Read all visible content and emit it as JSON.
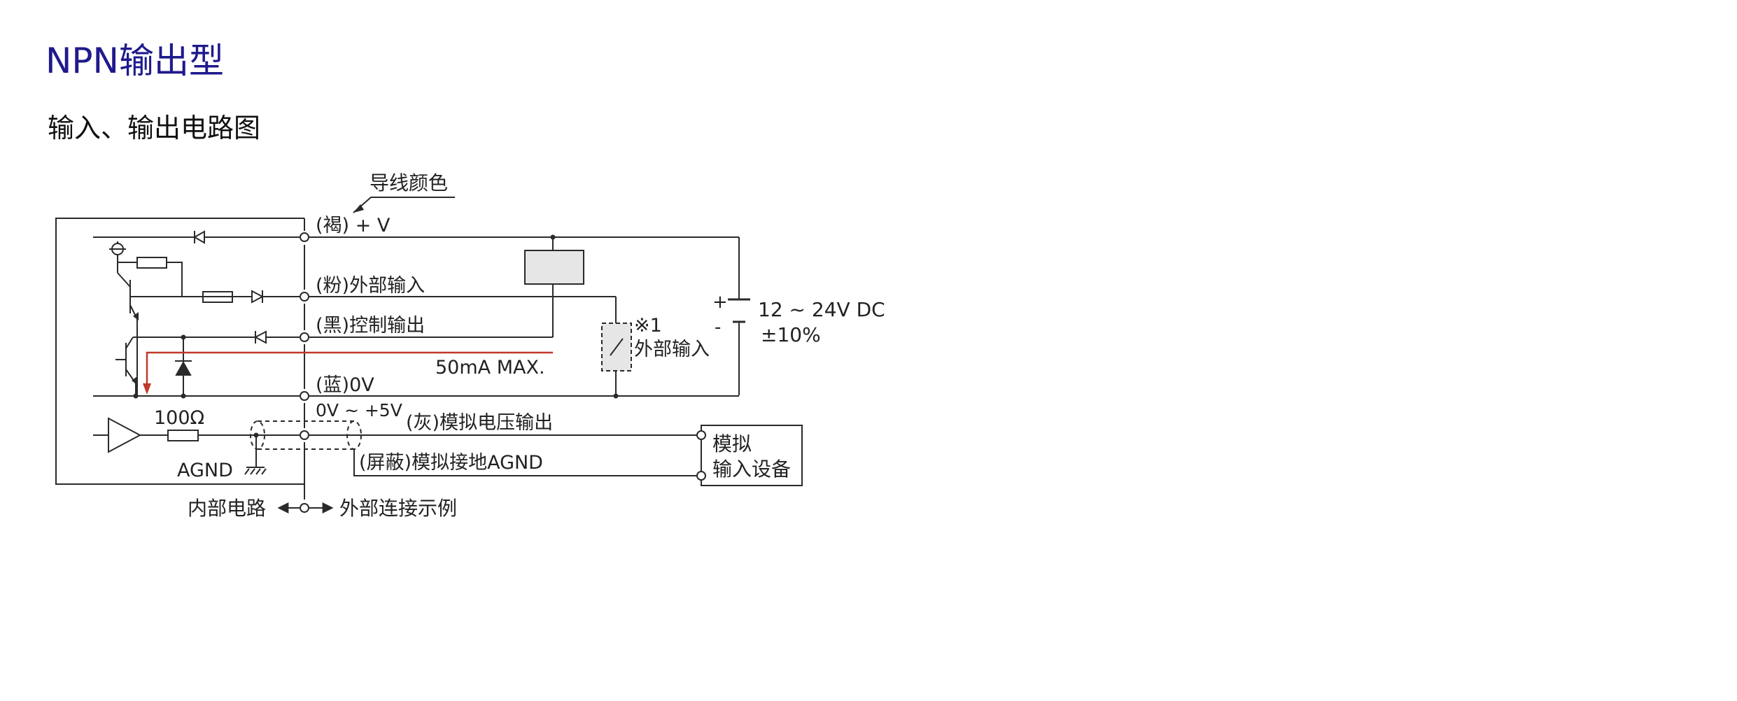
{
  "page": {
    "title": "NPN输出型",
    "subtitle": "输入、输出电路图"
  },
  "diagram": {
    "wire_color_label": "导线颜色",
    "wires": {
      "brown": "(褐) + V",
      "pink": "(粉)外部输入",
      "black": "(黑)控制输出",
      "blue": "(蓝)0V",
      "analog_range": "0V ~ +5V",
      "gray": "(灰)模拟电压输出",
      "shield": "(屏蔽)模拟接地AGND"
    },
    "labels": {
      "resistor": "100Ω",
      "agnd": "AGND",
      "current": "50mA MAX.",
      "plus": "+",
      "minus": "-",
      "supply": "12 ~ 24V DC",
      "tolerance": "±10%",
      "note_mark": "※1",
      "external_input": "外部输入",
      "device_line1": "模拟",
      "device_line2": "输入设备",
      "internal_circuit": "内部电路",
      "external_example": "外部连接示例"
    },
    "colors": {
      "title": "#1f1a8c",
      "line": "#2a2a2a",
      "current_path": "#c0392b",
      "load_fill": "#e6e6e6"
    }
  }
}
